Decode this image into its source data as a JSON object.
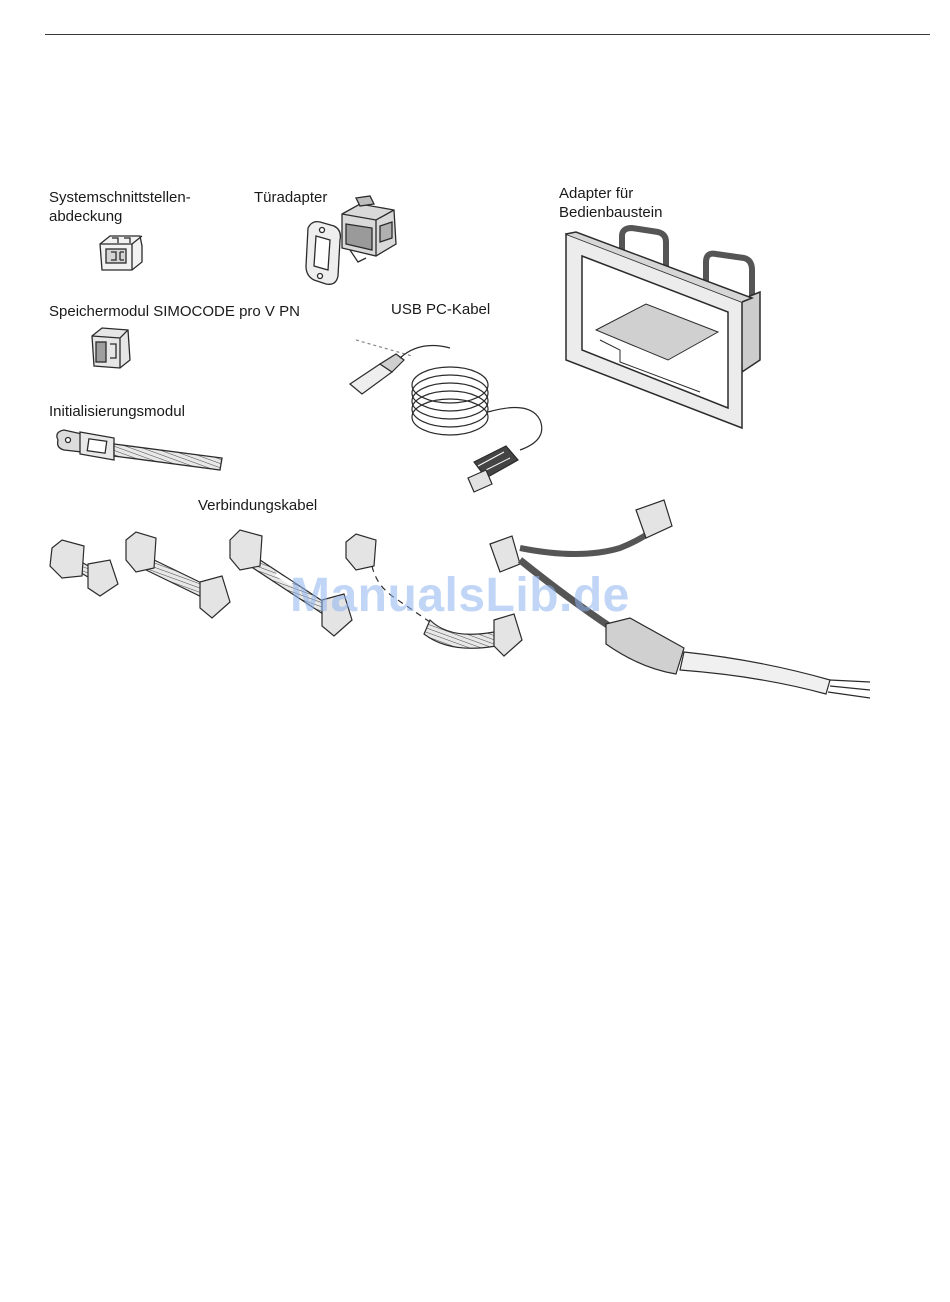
{
  "labels": {
    "system_interface_cover_line1": "Systemschnittstellen-",
    "system_interface_cover_line2": "abdeckung",
    "door_adapter": "Türadapter",
    "operator_panel_adapter_line1": "Adapter für",
    "operator_panel_adapter_line2": "Bedienbaustein",
    "memory_module": "Speichermodul SIMOCODE pro V PN",
    "usb_pc_cable": "USB PC-Kabel",
    "initialization_module": "Initialisierungsmodul",
    "connection_cable": "Verbindungskabel"
  },
  "watermark": "ManualsLib.de",
  "colors": {
    "line": "#2b2b2b",
    "fill_light": "#f2f2f2",
    "fill_mid": "#c9c9c9",
    "fill_dark": "#8c8c8c",
    "watermark": "#8fb4ef"
  }
}
